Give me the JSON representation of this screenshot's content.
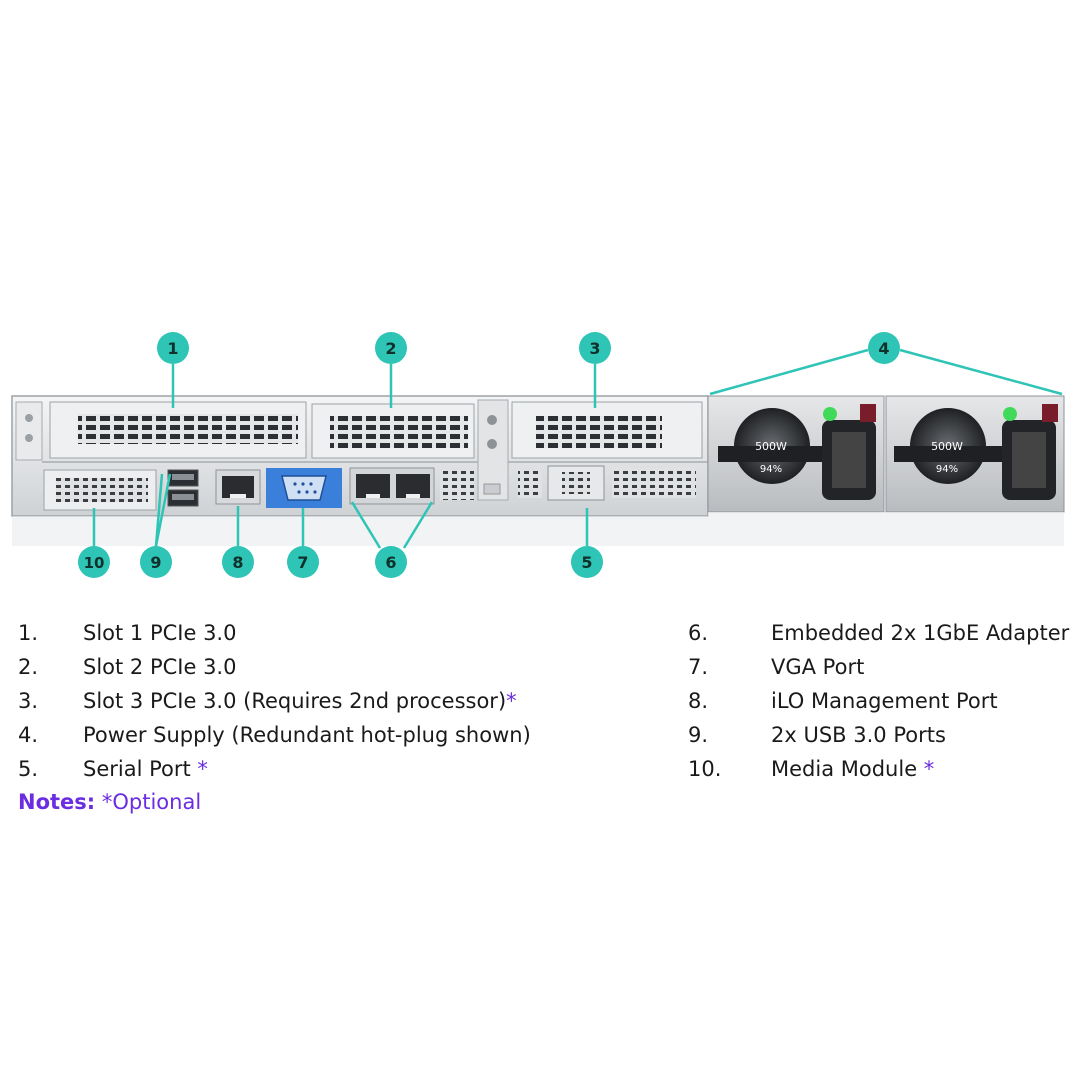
{
  "callouts": [
    "1",
    "2",
    "3",
    "4",
    "5",
    "6",
    "7",
    "8",
    "9",
    "10"
  ],
  "psu": {
    "wattage": "500W",
    "efficiency": "94%"
  },
  "legend": {
    "left": [
      {
        "num": "1.",
        "text": "Slot 1 PCIe 3.0",
        "star": ""
      },
      {
        "num": "2.",
        "text": "Slot 2 PCIe 3.0",
        "star": ""
      },
      {
        "num": "3.",
        "text": "Slot 3 PCIe 3.0 (Requires 2nd processor)",
        "star": "*"
      },
      {
        "num": "4.",
        "text": "Power Supply (Redundant hot-plug shown)",
        "star": ""
      },
      {
        "num": "5.",
        "text": "Serial Port",
        "star": " *"
      }
    ],
    "right": [
      {
        "num": "6.",
        "text": "Embedded 2x 1GbE Adapter",
        "star": ""
      },
      {
        "num": "7.",
        "text": "VGA Port",
        "star": ""
      },
      {
        "num": "8.",
        "text": "iLO Management Port",
        "star": ""
      },
      {
        "num": "9.",
        "text": "2x USB 3.0 Ports",
        "star": ""
      },
      {
        "num": "10.",
        "text": "Media Module",
        "star": " *"
      }
    ]
  },
  "notes": {
    "label": "Notes:",
    "text": " *Optional"
  },
  "colors": {
    "callout_fill": "#2ec4b6",
    "accent_purple": "#6b2de0",
    "vga_blue": "#3a7fd9"
  }
}
